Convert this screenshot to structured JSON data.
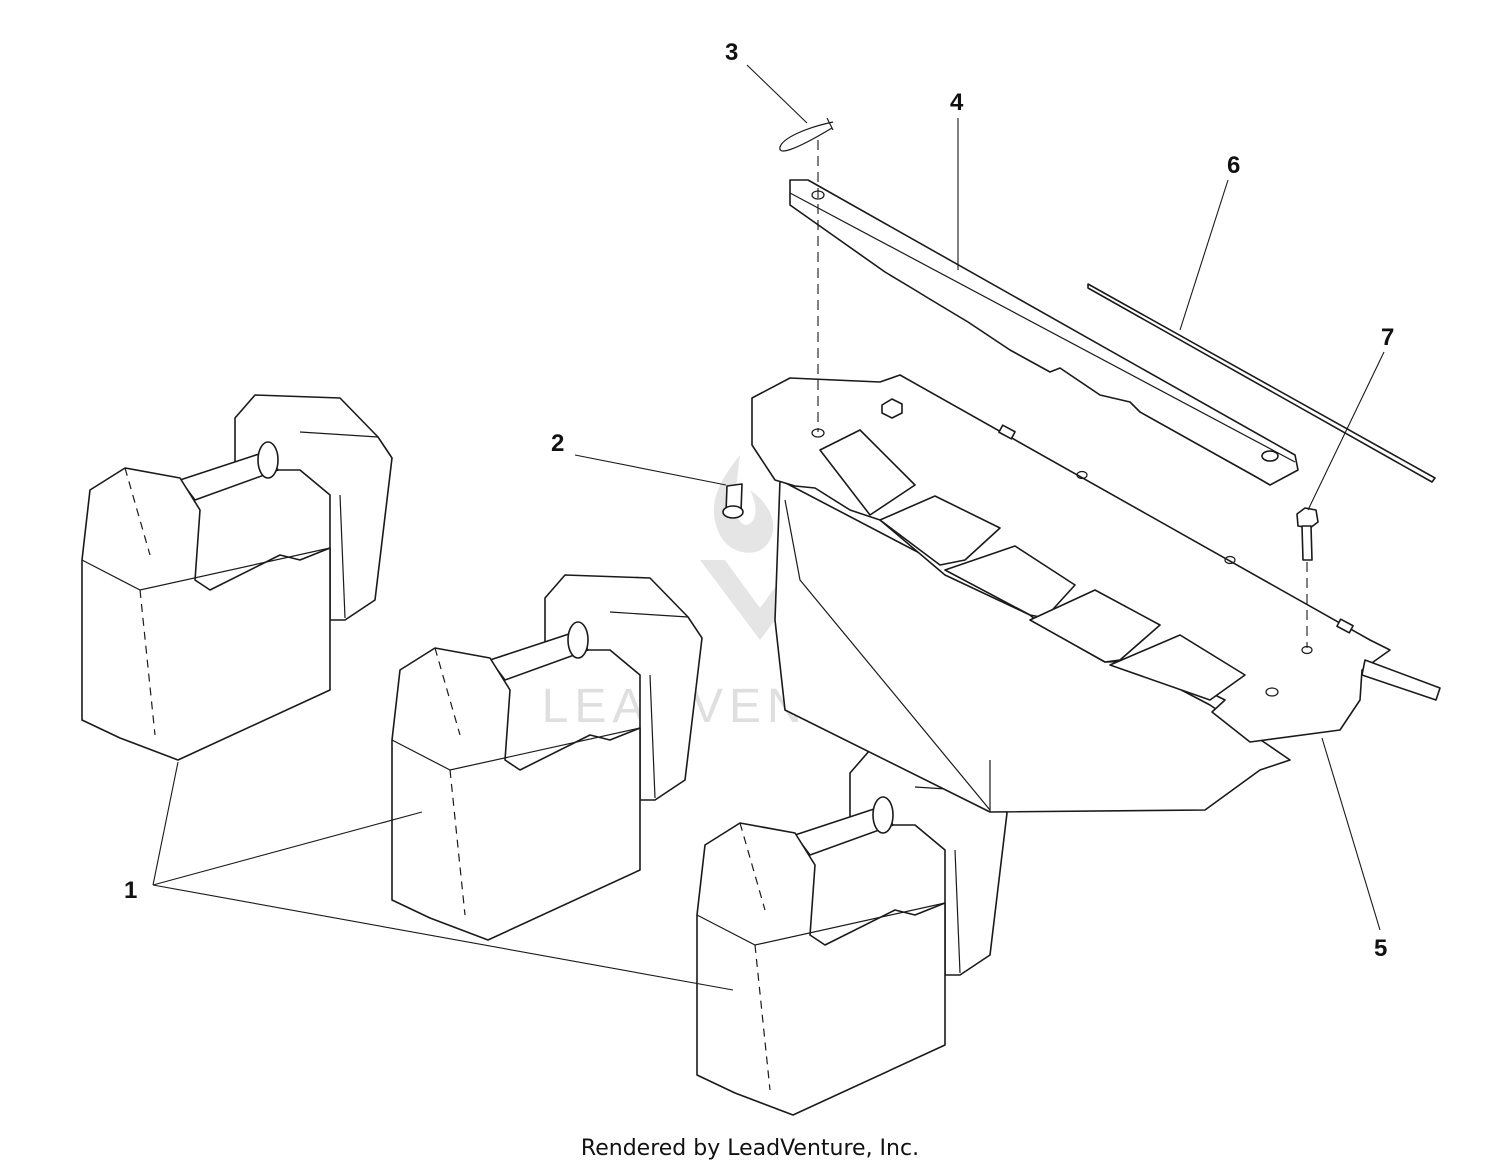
{
  "callouts": [
    {
      "id": "1",
      "label": "1"
    },
    {
      "id": "2",
      "label": "2"
    },
    {
      "id": "3",
      "label": "3"
    },
    {
      "id": "4",
      "label": "4"
    },
    {
      "id": "5",
      "label": "5"
    },
    {
      "id": "6",
      "label": "6"
    },
    {
      "id": "7",
      "label": "7"
    }
  ],
  "watermark": {
    "text": "LEADVENTURE",
    "icon": "leadventure-logo-icon"
  },
  "footer": {
    "text": "Rendered by LeadVenture, Inc."
  },
  "colors": {
    "line": "#1a1a1a",
    "watermark": "#dcdcdc",
    "background": "#ffffff"
  }
}
